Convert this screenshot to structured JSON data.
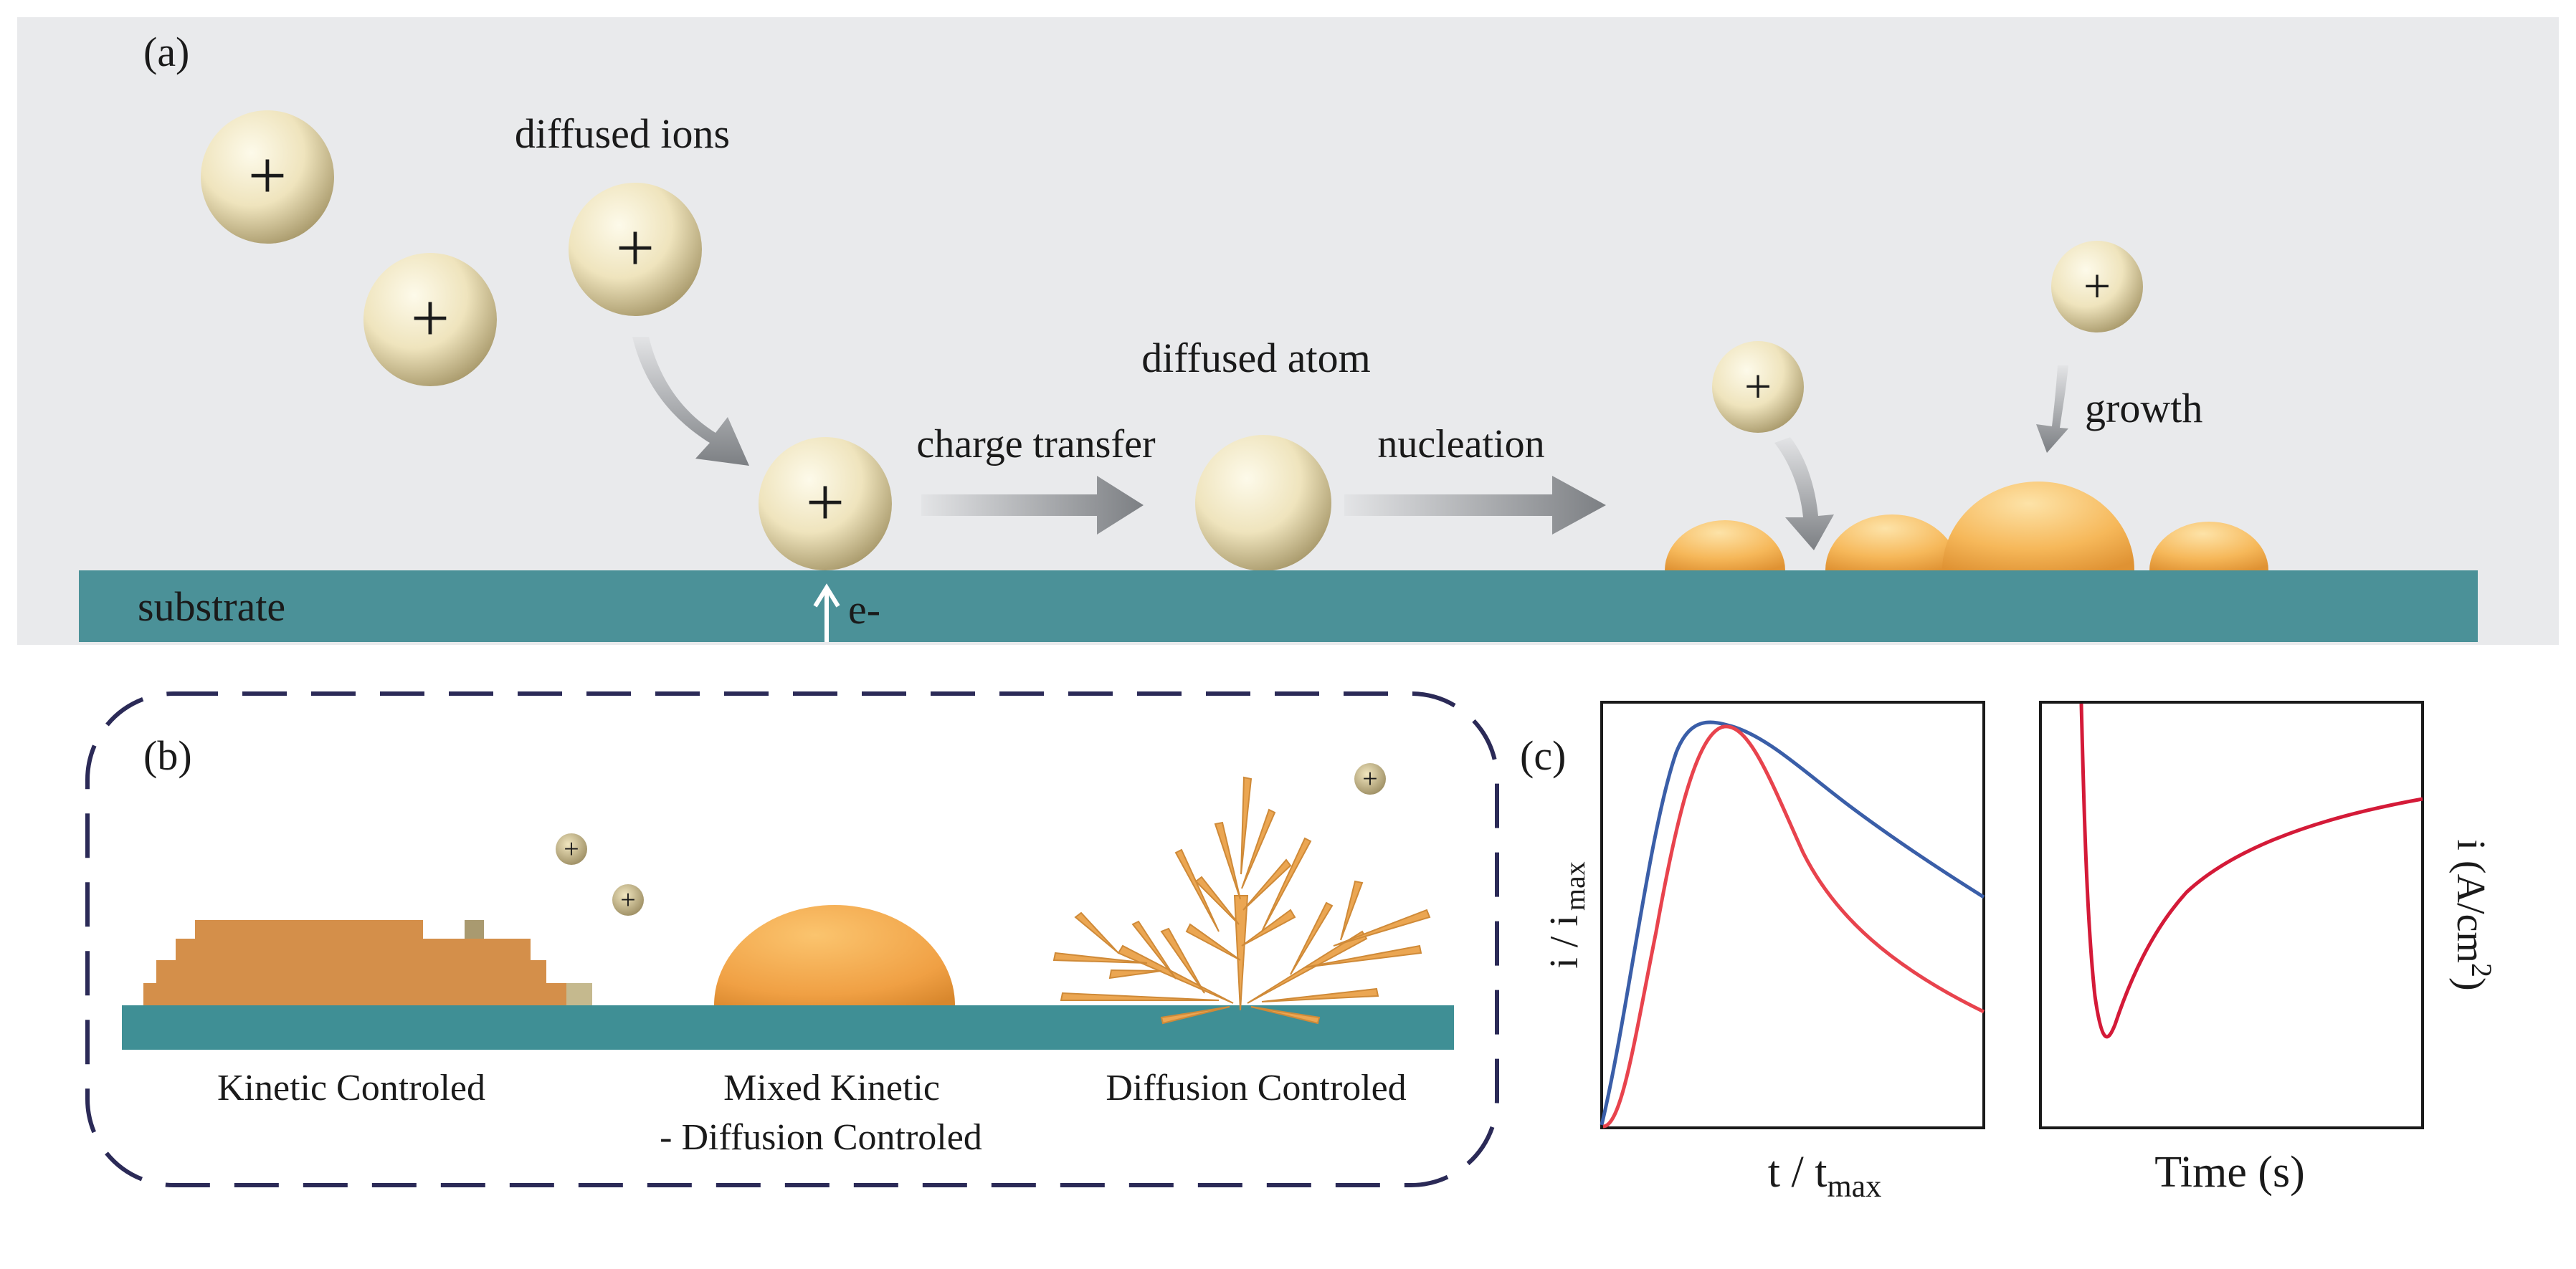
{
  "panel_a": {
    "letter": "(a)",
    "label_diffused_ions": "diffused ions",
    "label_diffused_atom": "diffused atom",
    "label_charge_transfer": "charge transfer",
    "label_nucleation": "nucleation",
    "label_growth": "growth",
    "label_substrate": "substrate",
    "label_electron": "e-",
    "ion_symbol": "+"
  },
  "panel_b": {
    "letter": "(b)",
    "label_kinetic": "Kinetic Controled",
    "label_mixed_line1": "Mixed Kinetic",
    "label_mixed_line2": "- Diffusion Controled",
    "label_diffusion": "Diffusion Controled"
  },
  "panel_c": {
    "letter": "(c)",
    "left_plot": {
      "ylabel_main": "i / i",
      "ylabel_sub": "max",
      "xlabel_main": "t / t",
      "xlabel_sub": "max"
    },
    "right_plot": {
      "xlabel": "Time (s)",
      "ylabel_main": "i (A/cm",
      "ylabel_sup": "2",
      "ylabel_end": ")"
    }
  },
  "colors": {
    "background": "#e9eaec",
    "substrate": "#4b9198",
    "substrate_panel_b": "#3f8f95",
    "ion_light": "#fbf6e0",
    "ion_dark": "#b6a779",
    "nucleus_light": "#fbd38a",
    "nucleus_dark": "#e59b38",
    "kinetic_deposit": "#d48f4a",
    "dashed_border": "#2b2a57",
    "curve_blue": "#3a5ea8",
    "curve_red": "#e8434d",
    "curve_red_dark": "#d41a38"
  },
  "icons": [
    "ion-plus-icon",
    "arrow-icon",
    "dendrite-icon"
  ]
}
